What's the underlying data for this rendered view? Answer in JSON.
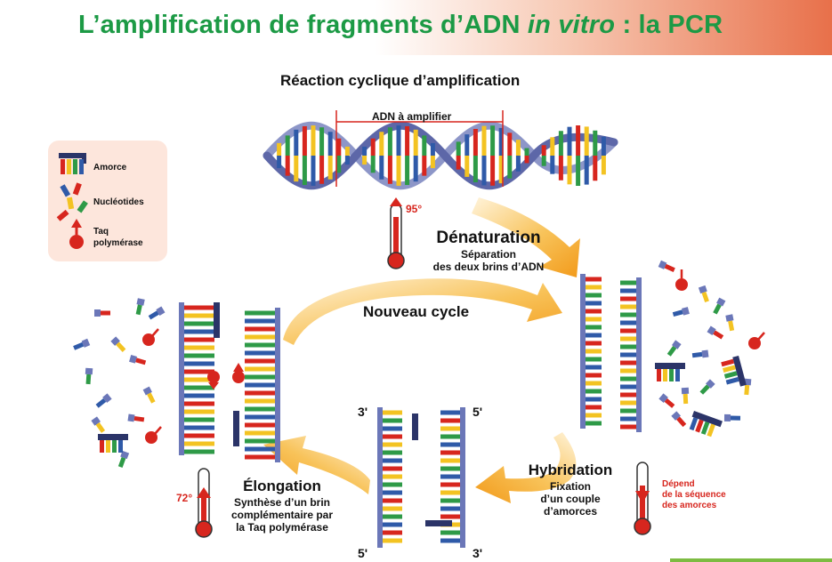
{
  "title": {
    "main": "L’amplification de fragments d’ADN ",
    "italic": "in vitro",
    "end": " : la PCR"
  },
  "subtitle": "Réaction cyclique d’amplification",
  "dna_label": "ADN à amplifier",
  "legend": {
    "amorce": "Amorce",
    "nucleotides": "Nucléotides",
    "taq_line1": "Taq",
    "taq_line2": "polymérase"
  },
  "steps": {
    "denaturation": {
      "title": "Dénaturation",
      "line1": "Séparation",
      "line2": "des deux brins d’ADN",
      "temp": "95°"
    },
    "nouveau_cycle": "Nouveau cycle",
    "hybridation": {
      "title": "Hybridation",
      "line1": "Fixation",
      "line2": "d’un couple",
      "line3": "d’amorces",
      "temp_line1": "Dépend",
      "temp_line2": "de la séquence",
      "temp_line3": "des amorces"
    },
    "elongation": {
      "title": "Élongation",
      "line1": "Synthèse d’un brin",
      "line2": "complémentaire par",
      "line3": "la Taq polymérase",
      "temp": "72°"
    }
  },
  "strand_ends": {
    "top_left": "3'",
    "top_right": "5'",
    "bottom_left": "5'",
    "bottom_right": "3'"
  },
  "colors": {
    "title_green": "#1c9a45",
    "strand_blue": "#6b77b8",
    "arrow_orange": "#f4a72b",
    "red": "#d7261e",
    "primer_navy": "#2b3468"
  }
}
